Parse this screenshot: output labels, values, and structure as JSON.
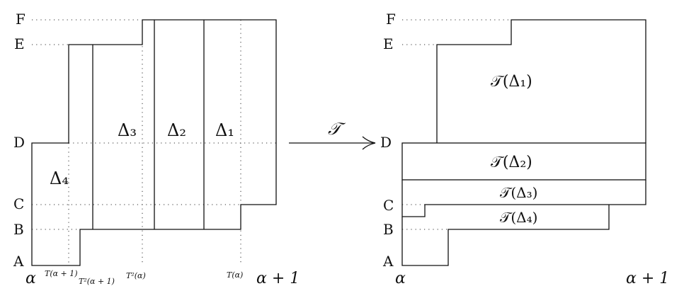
{
  "left_diagram": {
    "y_labels": [
      "F",
      "E",
      "D",
      "C",
      "B",
      "A"
    ],
    "bottom_labels": {
      "alpha": "α",
      "t_alpha_plus_1": "T(α + 1)",
      "t2_alpha_plus_1": "T²(α + 1)",
      "t2_alpha": "T²(α)",
      "t_alpha": "T(α)",
      "alpha_plus_1": "α + 1"
    },
    "regions": [
      "Δ₃",
      "Δ₂",
      "Δ₁",
      "Δ₄"
    ]
  },
  "map_label": "𝒯",
  "right_diagram": {
    "y_labels": [
      "F",
      "E",
      "D",
      "C",
      "B",
      "A"
    ],
    "bottom_labels": {
      "alpha": "α",
      "alpha_plus_1": "α + 1"
    },
    "regions": [
      "𝒯(Δ₁)",
      "𝒯(Δ₂)",
      "𝒯(Δ₃)",
      "𝒯(Δ₄)"
    ]
  }
}
